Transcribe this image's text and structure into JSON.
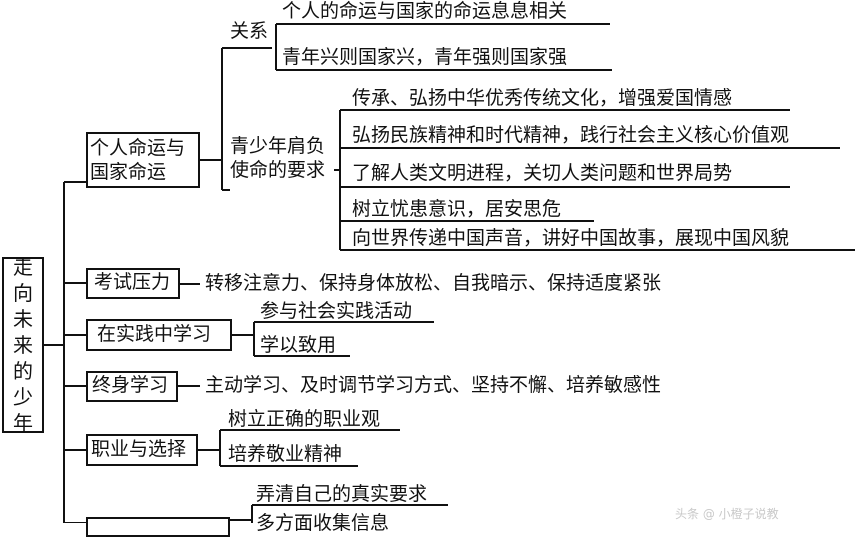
{
  "root": {
    "chars": [
      "走",
      "向",
      "未",
      "来",
      "的",
      "少",
      "年"
    ]
  },
  "branch1": {
    "line1": "个人命运与",
    "line2": "国家命运",
    "relation": {
      "label": "关系",
      "items": [
        "个人的命运与国家的命运息息相关",
        "青年兴则国家兴，青年强则国家强"
      ]
    },
    "requirements": {
      "label_line1": "青少年肩负",
      "label_line2": "使命的要求",
      "items": [
        "传承、弘扬中华优秀传统文化，增强爱国情感",
        "弘扬民族精神和时代精神，践行社会主义核心价值观",
        "了解人类文明进程，关切人类问题和世界局势",
        "树立忧患意识，居安思危",
        "向世界传递中国声音，讲好中国故事，展现中国风貌"
      ]
    }
  },
  "branch2": {
    "label": "考试压力",
    "text": "转移注意力、保持身体放松、自我暗示、保持适度紧张"
  },
  "branch3": {
    "label": "在实践中学习",
    "items": [
      "参与社会实践活动",
      "学以致用"
    ]
  },
  "branch4": {
    "label": "终身学习",
    "text": "主动学习、及时调节学习方式、坚持不懈、培养敏感性"
  },
  "branch5": {
    "label": "职业与选择",
    "items": [
      "树立正确的职业观",
      "培养敬业精神"
    ]
  },
  "branch6": {
    "items": [
      "弄清自己的真实要求",
      "多方面收集信息"
    ]
  },
  "watermark": "头条 @ 小橙子说教"
}
